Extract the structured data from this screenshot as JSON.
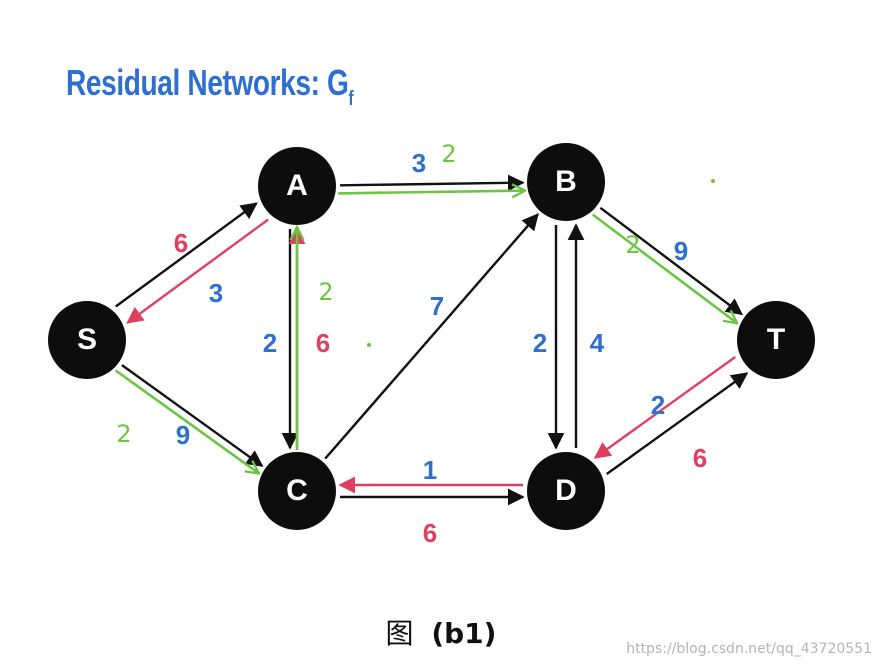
{
  "title": {
    "main": "Residual Networks: G",
    "sub": "f"
  },
  "caption": {
    "char": "图",
    "label": "(b1)"
  },
  "watermark": "https://blog.csdn.net/qq_43720551",
  "colors": {
    "node": "#0d0d0d",
    "capacity": "#2f6fd0",
    "reverse": "#e04060",
    "flow": "#6cc644",
    "edge": "#111111"
  },
  "nodes": [
    {
      "id": "S",
      "label": "S"
    },
    {
      "id": "A",
      "label": "A"
    },
    {
      "id": "B",
      "label": "B"
    },
    {
      "id": "C",
      "label": "C"
    },
    {
      "id": "D",
      "label": "D"
    },
    {
      "id": "T",
      "label": "T"
    }
  ],
  "edges": [
    {
      "from": "S",
      "to": "A",
      "label": "3",
      "kind": "capacity"
    },
    {
      "from": "A",
      "to": "S",
      "label": "6",
      "kind": "reverse"
    },
    {
      "from": "S",
      "to": "C",
      "label": "9",
      "kind": "capacity"
    },
    {
      "from": "A",
      "to": "B",
      "label": "3",
      "kind": "capacity"
    },
    {
      "from": "A",
      "to": "C",
      "label": "2",
      "kind": "capacity"
    },
    {
      "from": "C",
      "to": "A",
      "label": "6",
      "kind": "reverse"
    },
    {
      "from": "C",
      "to": "B",
      "label": "7",
      "kind": "capacity"
    },
    {
      "from": "B",
      "to": "T",
      "label": "9",
      "kind": "capacity"
    },
    {
      "from": "B",
      "to": "D",
      "label": "2",
      "kind": "capacity"
    },
    {
      "from": "D",
      "to": "B",
      "label": "4",
      "kind": "capacity"
    },
    {
      "from": "C",
      "to": "D",
      "label": "1",
      "kind": "capacity"
    },
    {
      "from": "D",
      "to": "C",
      "label": "6",
      "kind": "reverse"
    },
    {
      "from": "D",
      "to": "T",
      "label": "2",
      "kind": "capacity"
    },
    {
      "from": "T",
      "to": "D",
      "label": "6",
      "kind": "reverse"
    }
  ],
  "flows": [
    {
      "from": "S",
      "to": "C",
      "label": "2"
    },
    {
      "from": "C",
      "to": "A",
      "label": "2"
    },
    {
      "from": "A",
      "to": "B",
      "label": "2"
    },
    {
      "from": "B",
      "to": "T",
      "label": "2"
    }
  ]
}
